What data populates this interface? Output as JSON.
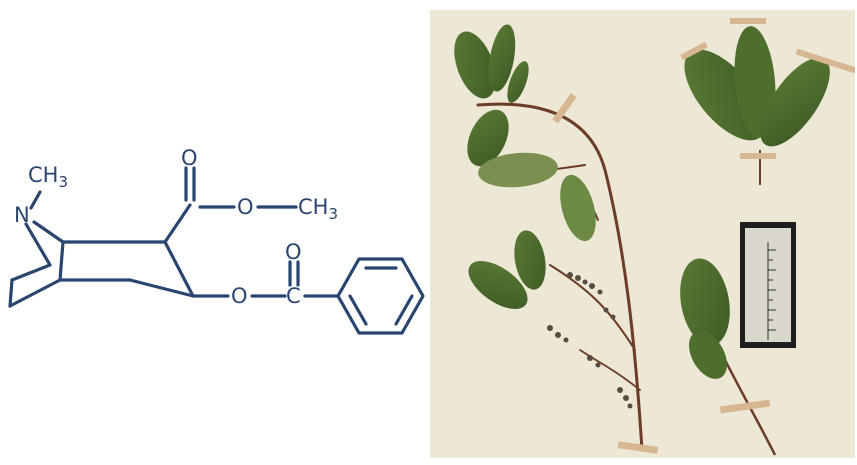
{
  "molecule": {
    "bond_color": "#2a4670",
    "atoms": {
      "n_methyl": "CH",
      "n_methyl_sub": "3",
      "nitrogen": "N",
      "carbonyl_o1": "O",
      "ester_o": "O",
      "ester_methyl": "CH",
      "ester_methyl_sub": "3",
      "carbonyl_o2": "O",
      "ether_o": "O",
      "carbon": "C"
    }
  },
  "specimen": {
    "background": "#ece8d5",
    "leaf_color": "#4a6a2c",
    "stem_color": "#6b3c26",
    "tape_color": "#d7b692",
    "ruler_color": "#1f1f1f"
  }
}
